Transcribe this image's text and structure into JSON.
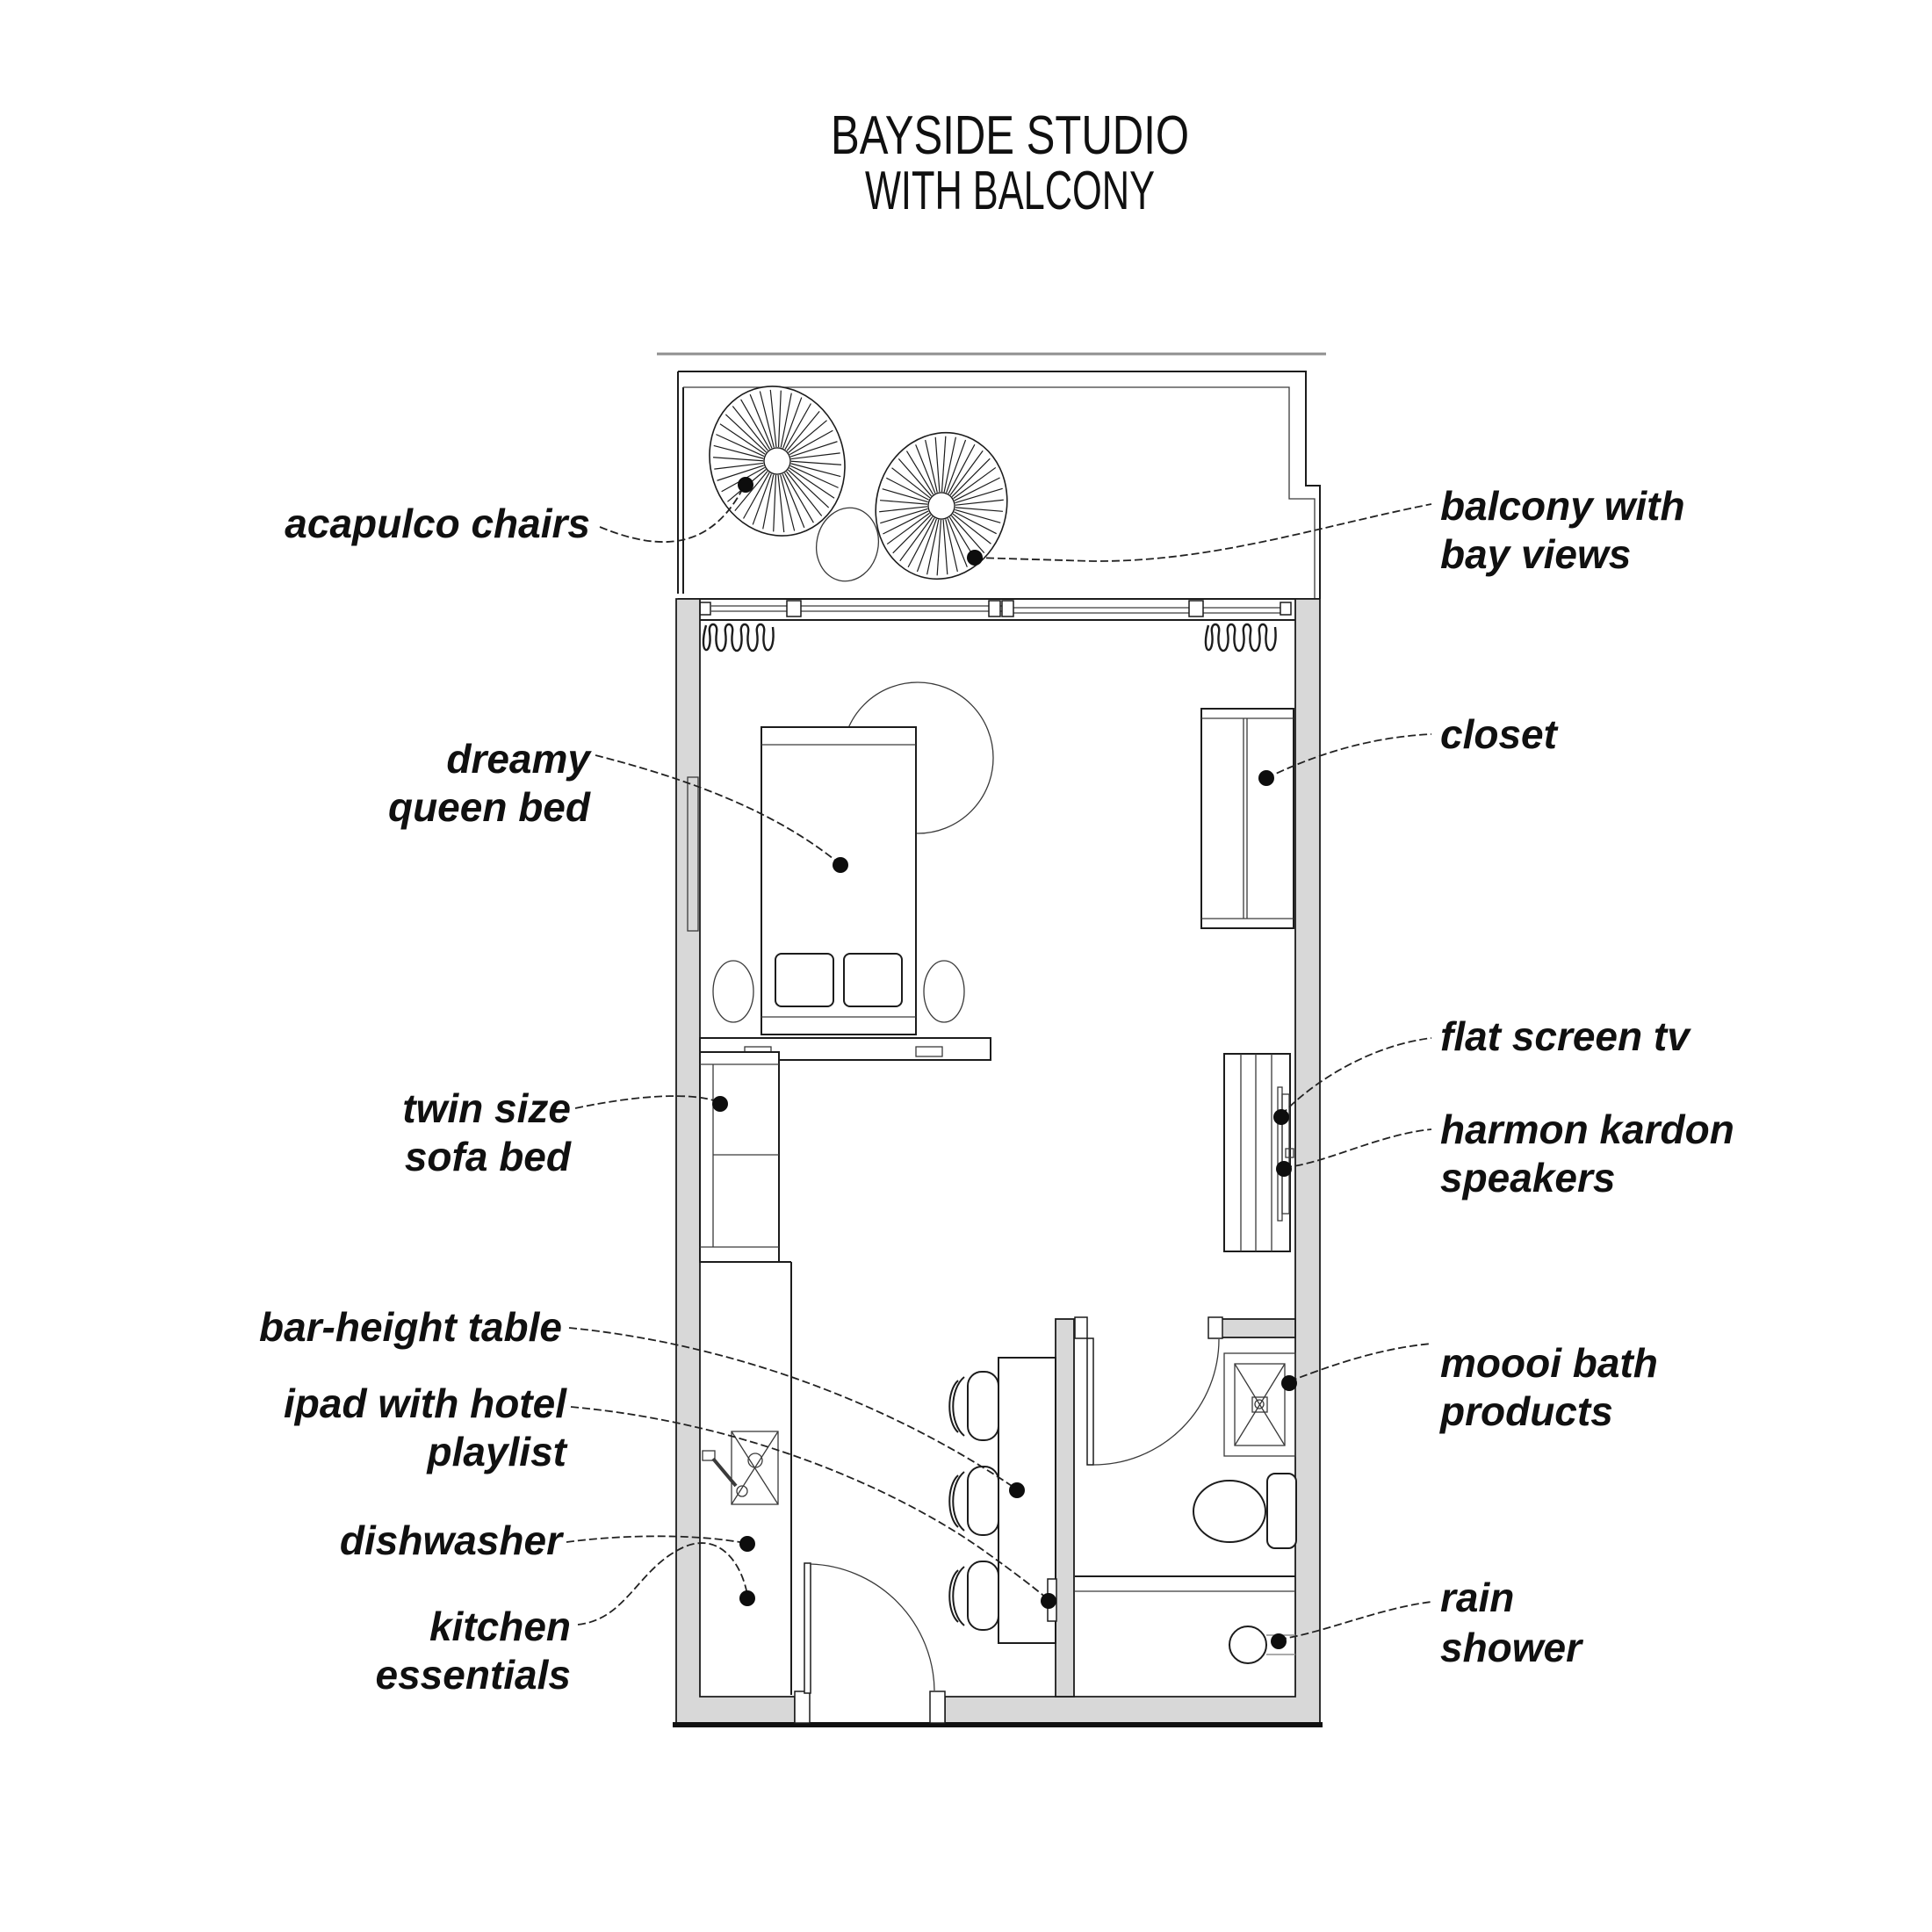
{
  "title": {
    "line1": "BAYSIDE STUDIO",
    "line2": "WITH BALCONY"
  },
  "labels": {
    "acapulco_chairs": {
      "lines": [
        "acapulco chairs"
      ]
    },
    "dreamy_queen_bed": {
      "lines": [
        "dreamy",
        "queen bed"
      ]
    },
    "twin_size_sofa_bed": {
      "lines": [
        "twin size",
        "sofa bed"
      ]
    },
    "bar_height_table": {
      "lines": [
        "bar-height table"
      ]
    },
    "ipad_with_hotel_playlist": {
      "lines": [
        "ipad with hotel",
        "playlist"
      ]
    },
    "dishwasher": {
      "lines": [
        "dishwasher"
      ]
    },
    "kitchen_essentials": {
      "lines": [
        "kitchen",
        "essentials"
      ]
    },
    "balcony_with_bay_views": {
      "lines": [
        "balcony with",
        "bay views"
      ]
    },
    "closet": {
      "lines": [
        "closet"
      ]
    },
    "flat_screen_tv": {
      "lines": [
        "flat screen tv"
      ]
    },
    "harmon_kardon_speakers": {
      "lines": [
        "harmon kardon",
        "speakers"
      ]
    },
    "moooi_bath_products": {
      "lines": [
        "moooi bath",
        "products"
      ]
    },
    "rain_shower": {
      "lines": [
        "rain",
        "shower"
      ]
    }
  },
  "colors": {
    "background": "#ffffff",
    "wall_fill": "#d8d8d8",
    "line": "#1c1c1c",
    "leader": "#222222",
    "dot": "#0d0d0d"
  }
}
